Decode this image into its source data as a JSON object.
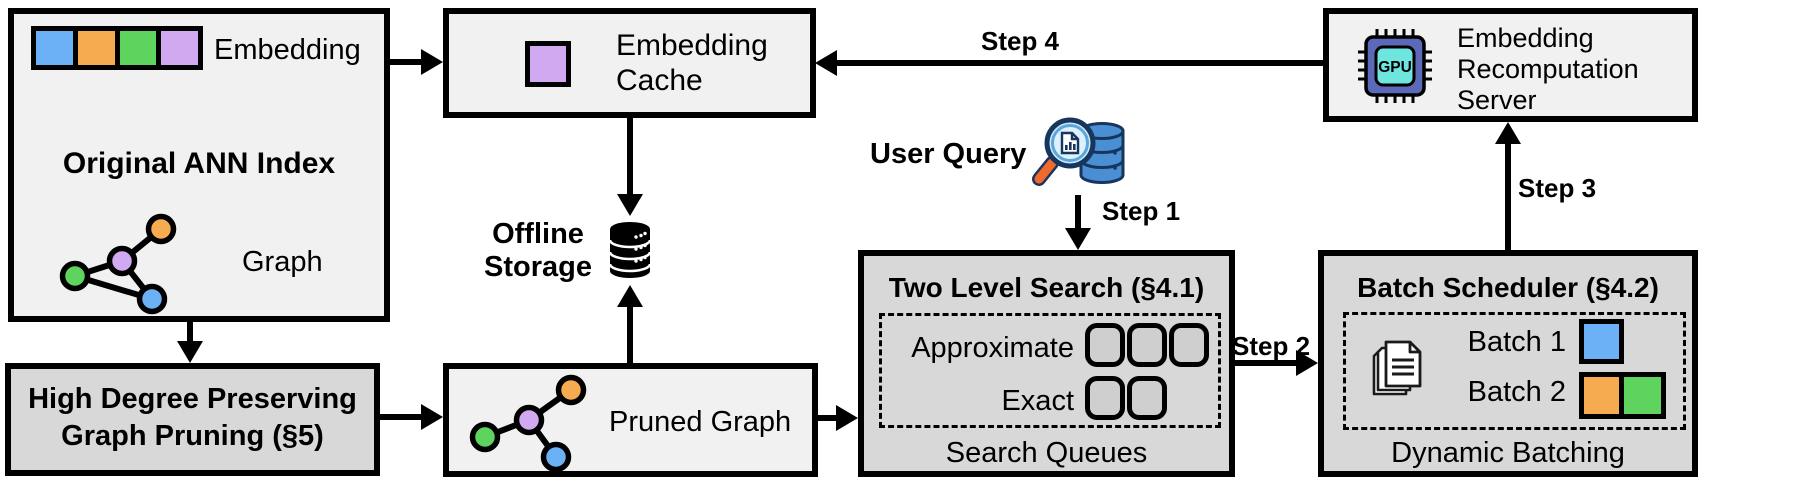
{
  "palette": {
    "blue": "#6cb1f5",
    "orange": "#f7ab50",
    "green": "#5ed45e",
    "purple": "#d0a9f0",
    "box_light": "#f1f1f1",
    "box_dark": "#d8d8d8",
    "queue_fill": "#cfcfcf",
    "db_blue": "#4a8fd3",
    "navy": "#17365e",
    "lens_blue": "#cfe9f8",
    "handle_orange": "#f2692e",
    "chip_indigo": "#5c68b8",
    "chip_teal": "#6fe5e0"
  },
  "nodes": {
    "original_ann_index": {
      "title": "Original ANN Index",
      "embedding_label": "Embedding",
      "graph_label": "Graph"
    },
    "graph_pruning": {
      "title_line1": "High Degree Preserving",
      "title_line2": "Graph Pruning (§5)"
    },
    "embedding_cache": {
      "label_line1": "Embedding",
      "label_line2": "Cache"
    },
    "offline_storage": {
      "label_line1": "Offline",
      "label_line2": "Storage"
    },
    "pruned_graph": {
      "label": "Pruned Graph"
    },
    "user_query": {
      "label": "User Query"
    },
    "two_level_search": {
      "title": "Two Level Search (§4.1)",
      "approximate_label": "Approximate",
      "exact_label": "Exact",
      "footer_label": "Search Queues"
    },
    "batch_scheduler": {
      "title": "Batch Scheduler (§4.2)",
      "batch1_label": "Batch 1",
      "batch2_label": "Batch 2",
      "footer_label": "Dynamic Batching"
    },
    "recomputation_server": {
      "label_line1": "Embedding",
      "label_line2": "Recomputation",
      "label_line3": "Server",
      "chip_label": "GPU"
    }
  },
  "steps": {
    "step1": "Step 1",
    "step2": "Step 2",
    "step3": "Step 3",
    "step4": "Step 4"
  },
  "icons": {
    "embedding-vector-swatch": "row of 4 colored squares (blue, orange, green, purple)",
    "graph-icon": "4 colored nodes with black edges",
    "pruned-graph-icon": "4 colored nodes, tree-shaped (one edge removed)",
    "cached-embedding-square-icon": "purple square",
    "database-storage-icon": "black database cylinder stack",
    "query-magnifier-database-icon": "magnifying glass over document with blue database stack",
    "queue-slot-icon": "rounded gray square",
    "documents-icon": "stack of pages with folded corner and text lines",
    "gpu-chip-icon": "indigo chip with teal core labeled GPU and pins",
    "batch-square-icon": "colored square representing a batched embedding"
  }
}
